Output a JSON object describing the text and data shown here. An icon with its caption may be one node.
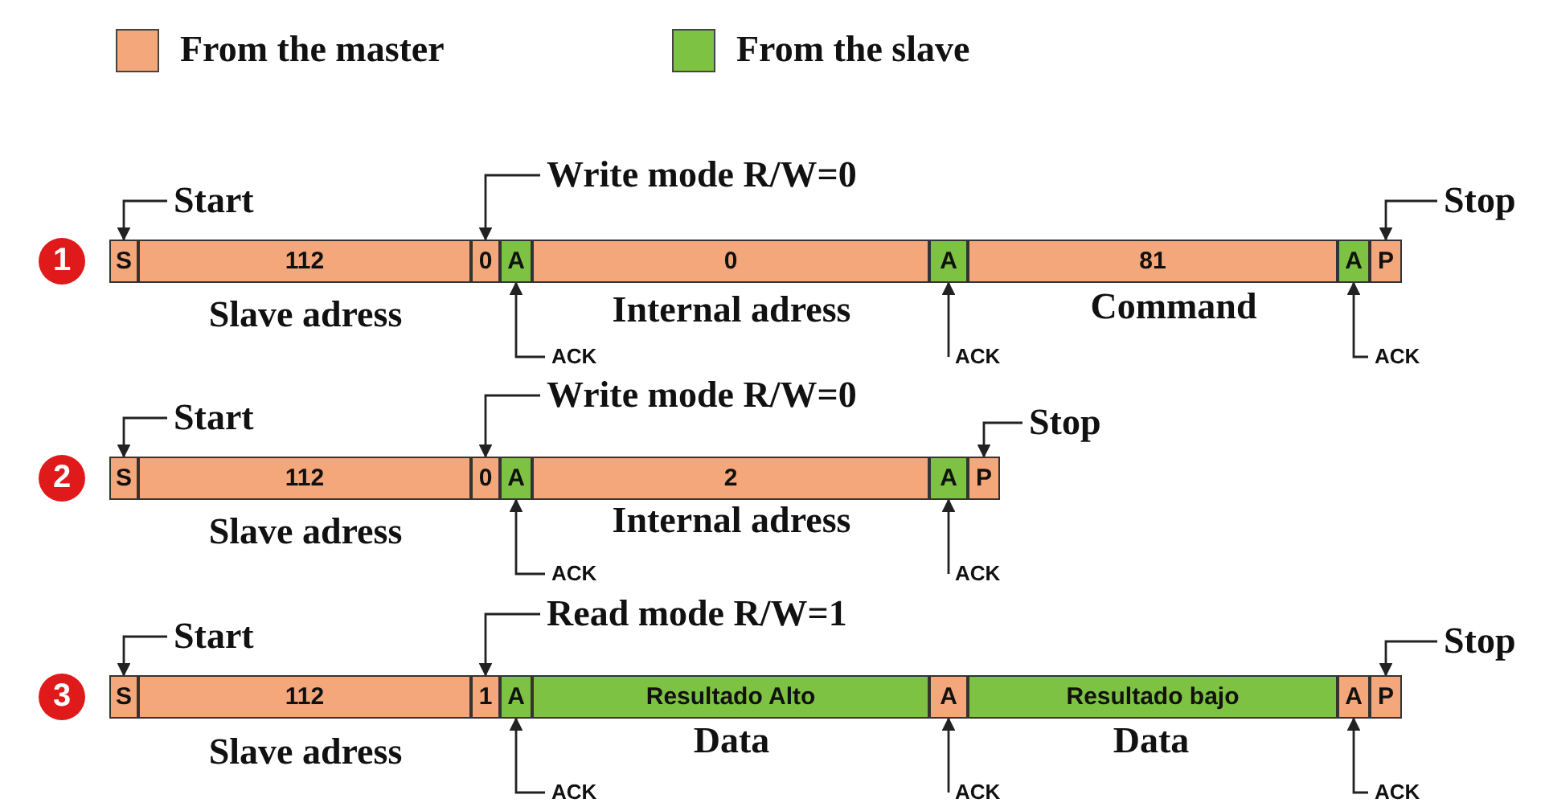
{
  "diagram": {
    "nodes": [
      {
        "text": [
          "1"
        ]
      },
      {
        "text": [
          "S"
        ]
      },
      {
        "text": [
          "112"
        ]
      },
      {
        "text": [
          "0"
        ]
      },
      {
        "text": [
          "A"
        ]
      },
      {
        "text": [
          "0"
        ]
      },
      {
        "text": [
          "A"
        ]
      },
      {
        "text": [
          "81"
        ]
      },
      {
        "text": [
          "A"
        ]
      },
      {
        "text": [
          "P"
        ]
      },
      {
        "text": [
          "Start"
        ]
      },
      {
        "text": [
          "Write mode R/W=0"
        ]
      },
      {
        "text": [
          "Stop"
        ]
      },
      {
        "text": [
          "ACK"
        ]
      },
      {
        "text": [
          "ACK"
        ]
      },
      {
        "text": [
          "ACK"
        ]
      },
      {
        "text": [
          "2"
        ]
      },
      {
        "text": [
          "S"
        ]
      },
      {
        "text": [
          "112"
        ]
      },
      {
        "text": [
          "0"
        ]
      },
      {
        "text": [
          "A"
        ]
      },
      {
        "text": [
          "2"
        ]
      },
      {
        "text": [
          "A"
        ]
      },
      {
        "text": [
          "P"
        ]
      },
      {
        "text": [
          "Start"
        ]
      },
      {
        "text": [
          "Write mode R/W=0"
        ]
      },
      {
        "text": [
          "Stop"
        ]
      },
      {
        "text": [
          "ACK"
        ]
      },
      {
        "text": [
          "ACK"
        ]
      },
      {
        "text": [
          "3"
        ]
      },
      {
        "text": [
          "S"
        ]
      },
      {
        "text": [
          "112"
        ]
      },
      {
        "text": [
          "1"
        ]
      },
      {
        "text": [
          "A"
        ]
      },
      {
        "text": [
          "Resultado Alto"
        ]
      },
      {
        "text": [
          "A"
        ]
      },
      {
        "text": [
          "Resultado bajo"
        ]
      },
      {
        "text": [
          "A"
        ]
      },
      {
        "text": [
          "P"
        ]
      },
      {
        "text": [
          "Start"
        ]
      },
      {
        "text": [
          "Read mode R/W=1"
        ]
      },
      {
        "text": [
          "Stop"
        ]
      },
      {
        "text": [
          "ACK"
        ]
      },
      {
        "text": [
          "ACK"
        ]
      },
      {
        "text": [
          "ACK"
        ]
      }
    ],
    "edges": [
      {
        "from": 10,
        "to": 1,
        "arrow": "to"
      },
      {
        "from": 11,
        "to": 3,
        "arrow": "to"
      },
      {
        "from": 12,
        "to": 9,
        "arrow": "to"
      },
      {
        "from": 13,
        "to": 4,
        "arrow": "to"
      },
      {
        "from": 14,
        "to": 6,
        "arrow": "to"
      },
      {
        "from": 15,
        "to": 8,
        "arrow": "to"
      },
      {
        "from": 24,
        "to": 17,
        "arrow": "to"
      },
      {
        "from": 25,
        "to": 19,
        "arrow": "to"
      },
      {
        "from": 26,
        "to": 23,
        "arrow": "to"
      },
      {
        "from": 27,
        "to": 20,
        "arrow": "to"
      },
      {
        "from": 28,
        "to": 22,
        "arrow": "to"
      },
      {
        "from": 39,
        "to": 30,
        "arrow": "to"
      },
      {
        "from": 40,
        "to": 32,
        "arrow": "to"
      },
      {
        "from": 41,
        "to": 38,
        "arrow": "to"
      },
      {
        "from": 42,
        "to": 33,
        "arrow": "to"
      },
      {
        "from": 43,
        "to": 35,
        "arrow": "to"
      },
      {
        "from": 44,
        "to": 37,
        "arrow": "to"
      }
    ],
    "labels": [
      "Slave adress",
      "Internal adress",
      "Command",
      "Slave adress",
      "Internal adress",
      "Slave adress",
      "Data",
      "Data"
    ],
    "legend": [
      {
        "text": "From the master",
        "color": "#f4a77a"
      },
      {
        "text": "From the slave",
        "color": "#7dc242"
      }
    ]
  }
}
